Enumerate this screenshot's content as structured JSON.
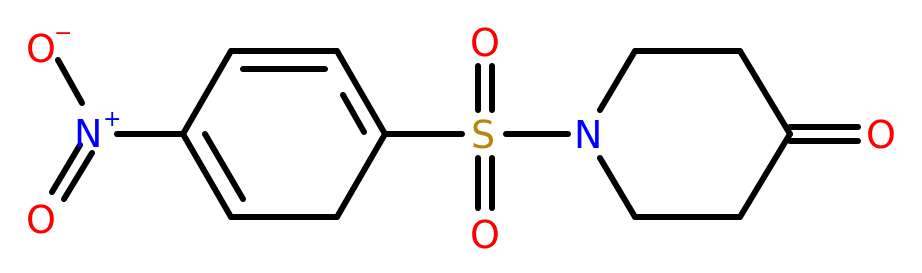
{
  "molecule": {
    "colors": {
      "bond": "#000000",
      "oxygen": "#ff0000",
      "nitrogen": "#0000ff",
      "sulfur": "#b8860b"
    },
    "atoms": {
      "o_nitro_top": "O",
      "o_nitro_top_charge": "−",
      "n_nitro": "N",
      "n_nitro_charge": "+",
      "o_nitro_bottom": "O",
      "s_sulfonyl": "S",
      "o_sulfonyl_top": "O",
      "o_sulfonyl_bottom": "O",
      "n_piperidine": "N",
      "o_ketone": "O"
    }
  }
}
